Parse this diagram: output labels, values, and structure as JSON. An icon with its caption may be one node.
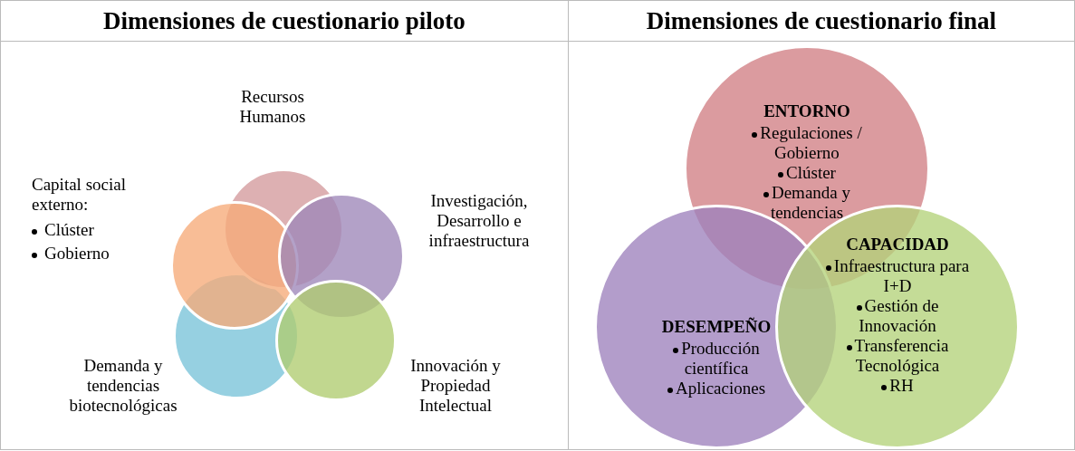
{
  "diagram": {
    "nodes": [
      {
        "text": [
          "Dimensiones de cuestionario piloto"
        ]
      },
      {
        "text": [],
        "shape": "circle",
        "in": 0,
        "beside": [
          "Recursos Humanos"
        ]
      },
      {
        "text": [],
        "shape": "circle",
        "in": 0,
        "beside": [
          "Investigación, Desarrollo e infraestructura"
        ]
      },
      {
        "text": [],
        "shape": "circle",
        "in": 0,
        "beside": [
          "Capital social externo:",
          "Clúster",
          "Gobierno"
        ]
      },
      {
        "text": [],
        "shape": "circle",
        "in": 0,
        "beside": [
          "Demanda y tendencias biotecnológicas"
        ]
      },
      {
        "text": [],
        "shape": "circle",
        "in": 0,
        "beside": [
          "Innovación y Propiedad Intelectual"
        ]
      },
      {
        "text": [
          "Dimensiones de cuestionario final"
        ]
      },
      {
        "text": [
          "ENTORNO",
          "Regulaciones / Gobierno",
          "Clúster",
          "Demanda y tendencias"
        ],
        "in": 6
      },
      {
        "text": [
          "DESEMPEÑO",
          "Producción científica",
          "Aplicaciones"
        ],
        "in": 6
      },
      {
        "text": [
          "CAPACIDAD",
          "Infraestructura para I+D",
          "Gestión de Innovación",
          "Transferencia Tecnológica",
          "RH"
        ],
        "in": 6
      }
    ],
    "edges": []
  }
}
